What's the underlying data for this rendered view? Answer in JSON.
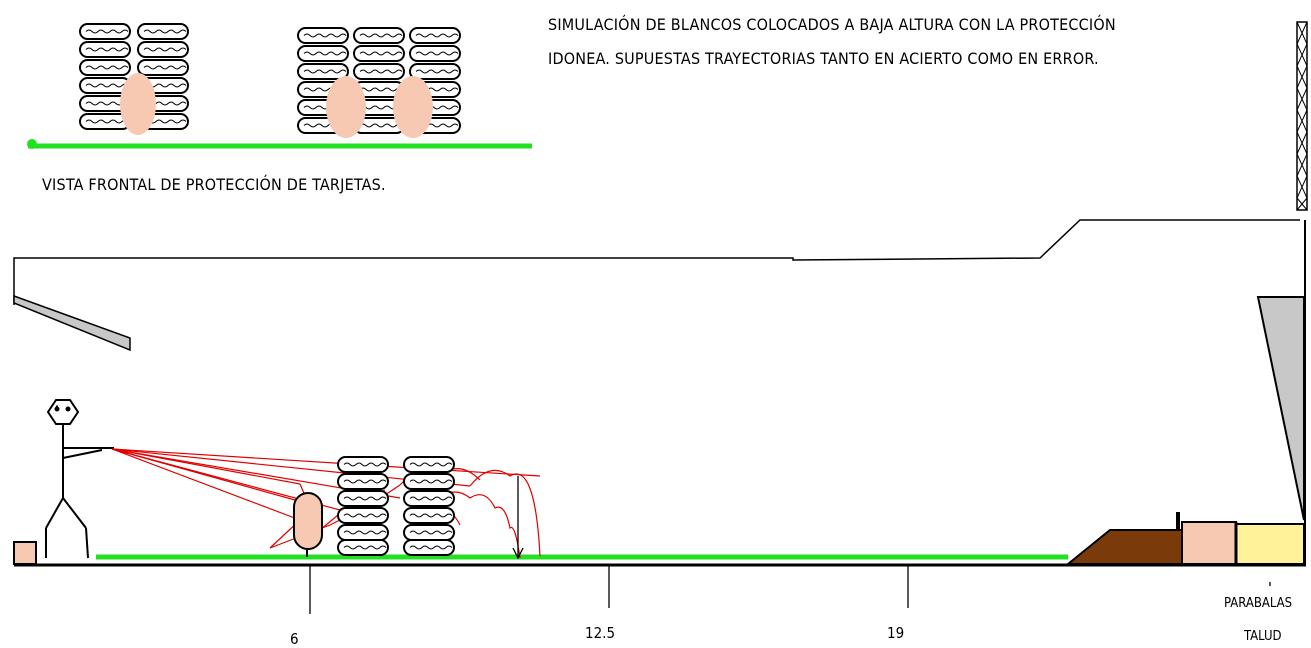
{
  "title_lines": [
    "SIMULACIÓN DE BLANCOS COLOCADOS A BAJA ALTURA CON LA PROTECCIÓN",
    "IDONEA. SUPUESTAS TRAYECTORIAS TANTO EN ACIERTO  COMO EN ERROR."
  ],
  "front_view_caption": "VISTA FRONTAL DE PROTECCIÓN DE TARJETAS.",
  "distance_marks": [
    "6",
    "12.5",
    "19"
  ],
  "end_labels": {
    "parabalas": "PARABALAS",
    "talud": "TALUD"
  },
  "colors": {
    "ground_line": "#22e022",
    "trajectory": "#e00000",
    "target": "#f7c9b3",
    "berm": "#7a3a0a",
    "parabalas_block": "#f7c9b3",
    "talud_block": "#fff39a",
    "baffle": "#c8c8c8"
  }
}
